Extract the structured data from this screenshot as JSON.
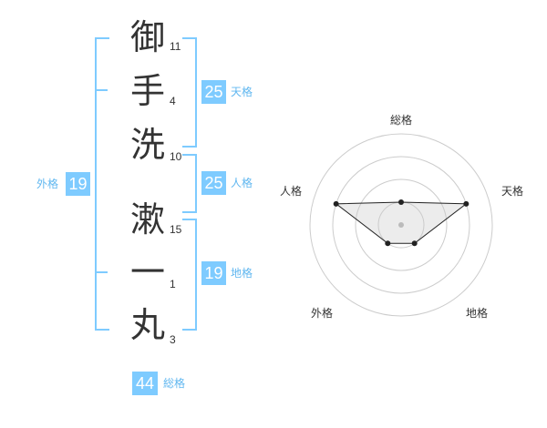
{
  "name": {
    "characters": [
      {
        "char": "御",
        "strokes": "11"
      },
      {
        "char": "手",
        "strokes": "4"
      },
      {
        "char": "洗",
        "strokes": "10"
      },
      {
        "char": "漱",
        "strokes": "15"
      },
      {
        "char": "一",
        "strokes": "1"
      },
      {
        "char": "丸",
        "strokes": "3"
      }
    ]
  },
  "fortunes": {
    "tenkaku": {
      "value": "25",
      "label": "天格"
    },
    "jinkaku": {
      "value": "25",
      "label": "人格"
    },
    "chikaku": {
      "value": "19",
      "label": "地格"
    },
    "gaikaku": {
      "value": "19",
      "label": "外格"
    },
    "soukaku": {
      "value": "44",
      "label": "総格"
    }
  },
  "colors": {
    "accent": "#7ecbff",
    "accent_text": "#60b7f0",
    "text": "#333333",
    "grid": "#cccccc"
  },
  "radar": {
    "labels": {
      "soukaku": "総格",
      "tenkaku": "天格",
      "chikaku": "地格",
      "gaikaku": "外格",
      "jinkaku": "人格"
    }
  },
  "chart_data": {
    "type": "radar",
    "axes": [
      "総格",
      "天格",
      "地格",
      "外格",
      "人格"
    ],
    "rmax": 4,
    "rings": 4,
    "values": [
      1,
      3,
      1,
      1,
      3
    ]
  }
}
